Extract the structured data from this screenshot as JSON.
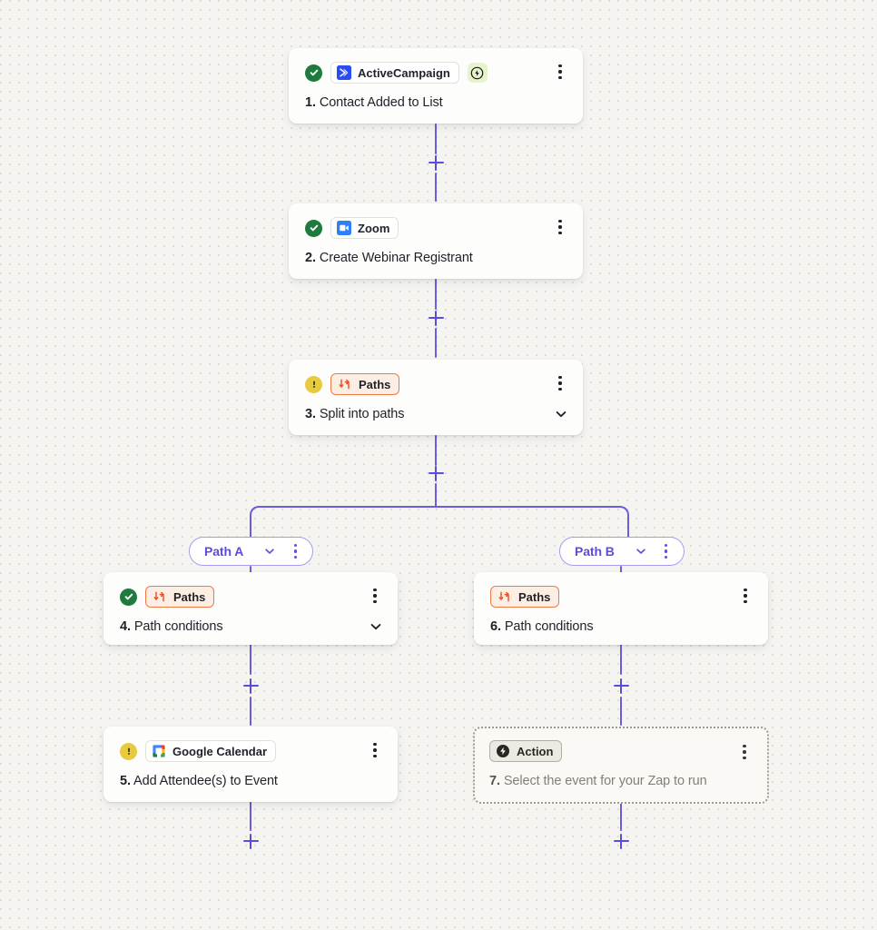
{
  "canvas": {
    "background_color": "#f5f4f0",
    "connector_color": "#6b5ce0",
    "accent_color": "#5b4ddb"
  },
  "steps": [
    {
      "id": "step-1",
      "status": "ok",
      "app": "ActiveCampaign",
      "app_icon": "activecampaign-icon",
      "badge": "trigger-bolt-icon",
      "number": "1.",
      "title": "Contact Added to List",
      "has_chevron": false,
      "placeholder": false
    },
    {
      "id": "step-2",
      "status": "ok",
      "app": "Zoom",
      "app_icon": "zoom-icon",
      "number": "2.",
      "title": "Create Webinar Registrant",
      "has_chevron": false,
      "placeholder": false
    },
    {
      "id": "step-3",
      "status": "warn",
      "app": "Paths",
      "app_icon": "paths-icon",
      "number": "3.",
      "title": "Split into paths",
      "has_chevron": true,
      "placeholder": false
    },
    {
      "id": "step-4",
      "status": "ok",
      "app": "Paths",
      "app_icon": "paths-icon",
      "number": "4.",
      "title": "Path conditions",
      "has_chevron": true,
      "placeholder": false
    },
    {
      "id": "step-5",
      "status": "warn",
      "app": "Google Calendar",
      "app_icon": "google-calendar-icon",
      "number": "5.",
      "title": "Add Attendee(s) to Event",
      "has_chevron": false,
      "placeholder": false
    },
    {
      "id": "step-6",
      "status": "none",
      "app": "Paths",
      "app_icon": "paths-icon",
      "number": "6.",
      "title": "Path conditions",
      "has_chevron": false,
      "placeholder": false
    },
    {
      "id": "step-7",
      "status": "none",
      "app": "Action",
      "app_icon": "action-bolt-icon",
      "number": "7.",
      "title": "Select the event for your Zap to run",
      "has_chevron": false,
      "placeholder": true
    }
  ],
  "paths": [
    {
      "id": "path-a",
      "label": "Path A"
    },
    {
      "id": "path-b",
      "label": "Path B"
    }
  ],
  "add_buttons": [
    {
      "id": "add-step-after-1"
    },
    {
      "id": "add-step-after-2"
    },
    {
      "id": "add-step-after-3"
    },
    {
      "id": "add-step-after-4"
    },
    {
      "id": "add-step-after-5"
    },
    {
      "id": "add-step-after-6"
    },
    {
      "id": "add-step-after-7"
    }
  ]
}
